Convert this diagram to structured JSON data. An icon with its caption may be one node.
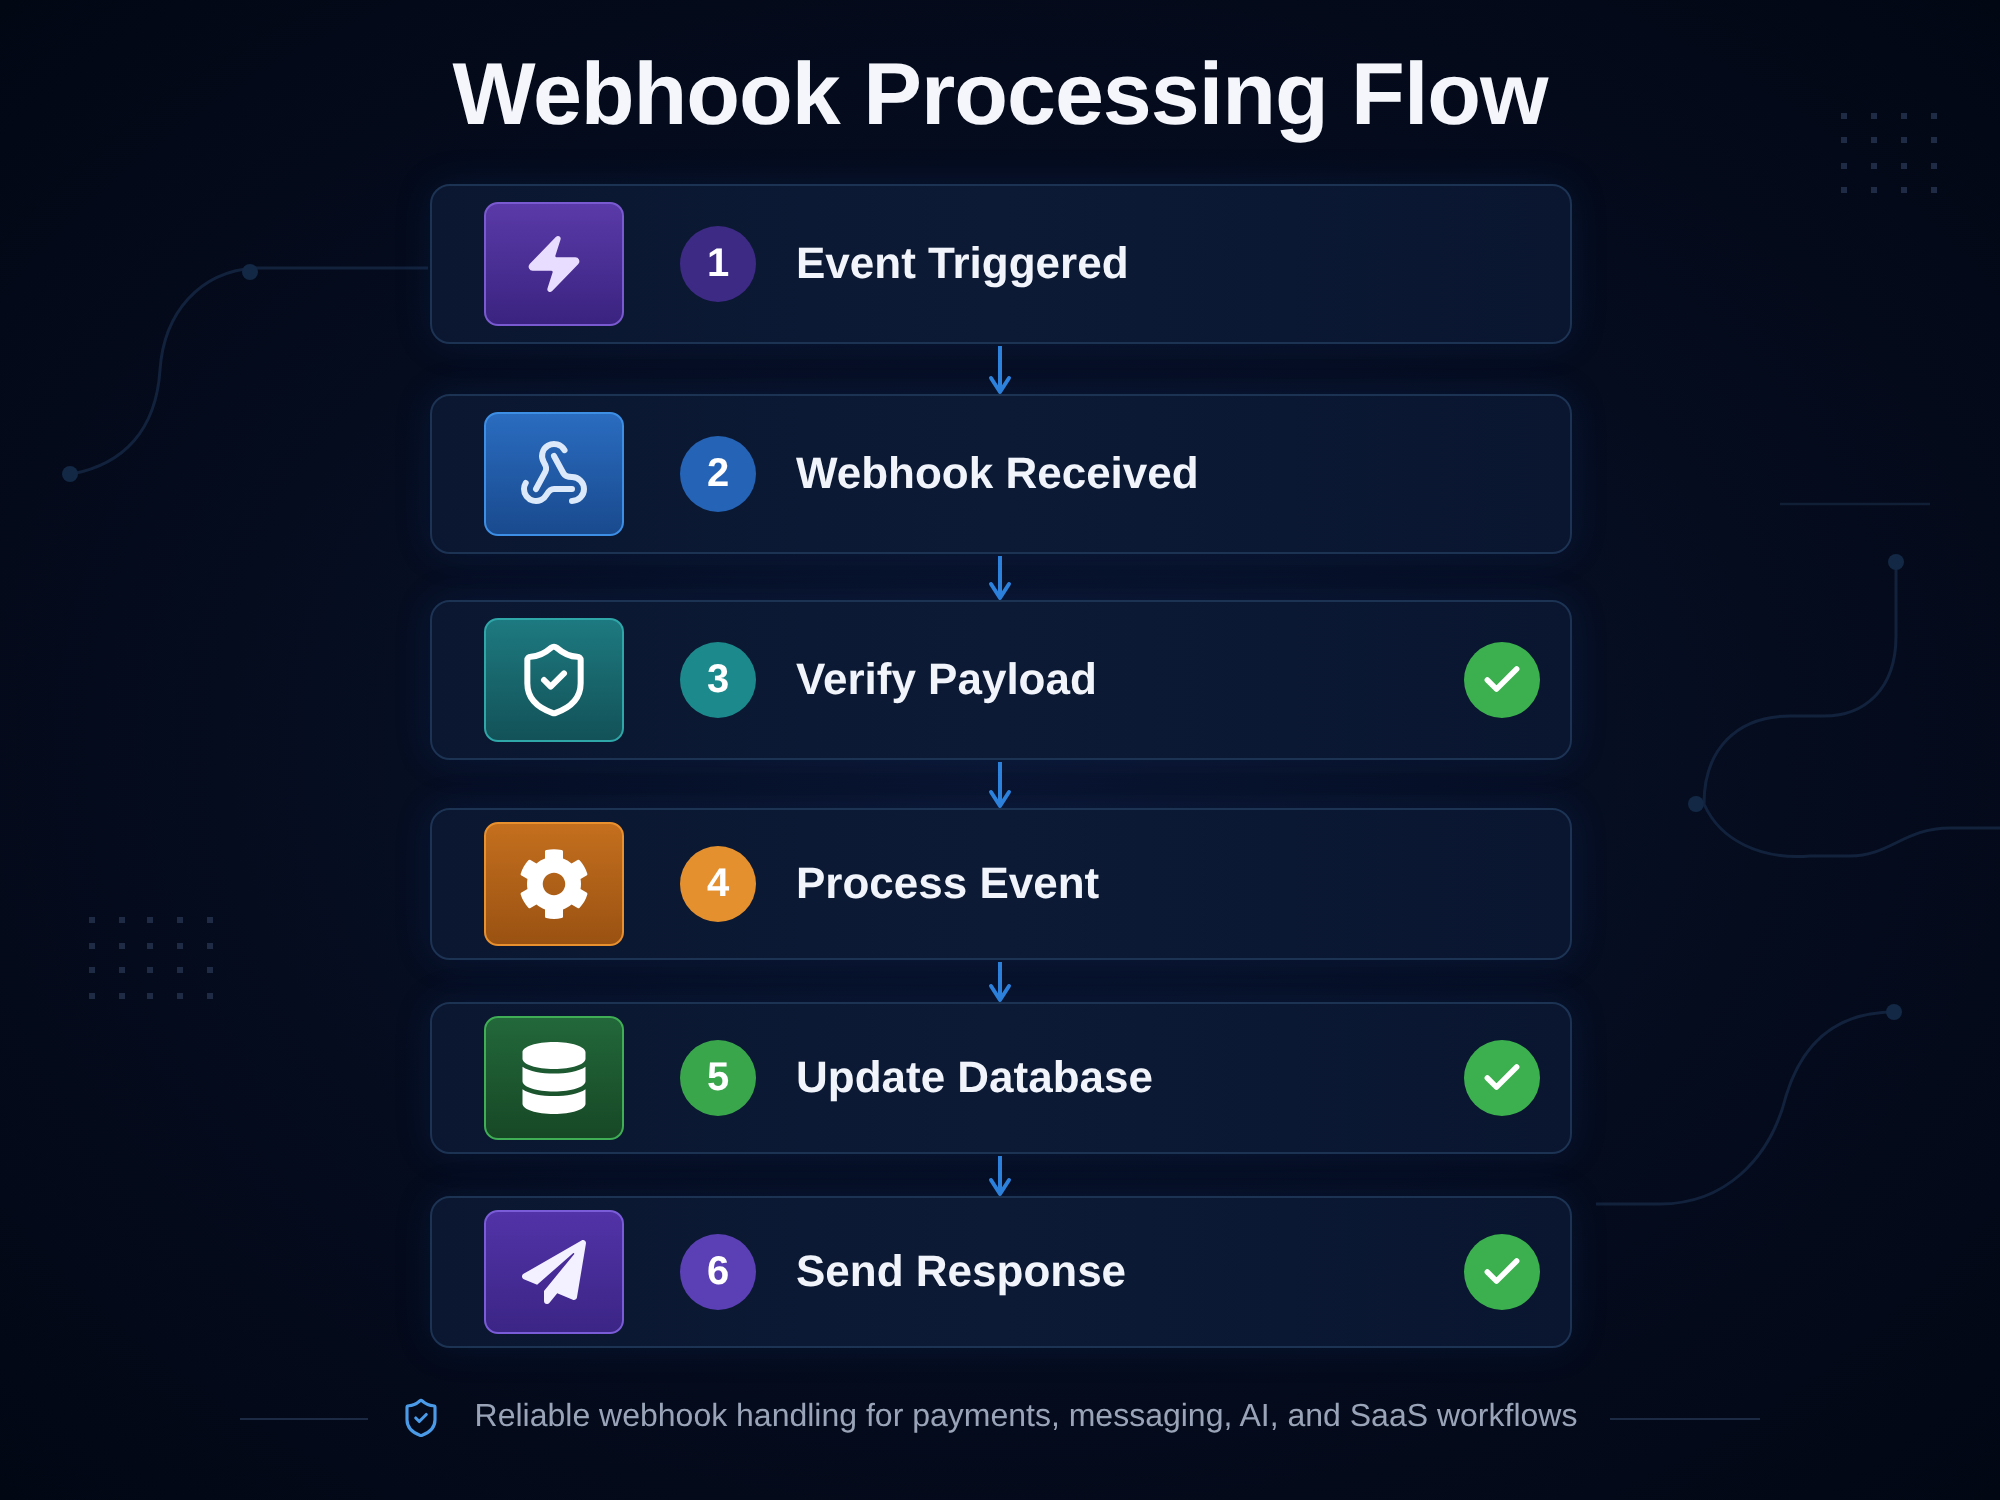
{
  "diagram": {
    "title": "Webhook Processing Flow",
    "nodes": [
      {
        "text": [
          "1",
          "Event Triggered"
        ]
      },
      {
        "text": [
          "2",
          "Webhook Received"
        ]
      },
      {
        "text": [
          "3",
          "Verify Payload"
        ]
      },
      {
        "text": [
          "4",
          "Process Event"
        ]
      },
      {
        "text": [
          "5",
          "Update Database"
        ]
      },
      {
        "text": [
          "6",
          "Send Response"
        ]
      }
    ],
    "edges": [
      {
        "from": 0,
        "to": 1,
        "arrow": "to"
      },
      {
        "from": 1,
        "to": 2,
        "arrow": "to"
      },
      {
        "from": 2,
        "to": 3,
        "arrow": "to"
      },
      {
        "from": 3,
        "to": 4,
        "arrow": "to"
      },
      {
        "from": 4,
        "to": 5,
        "arrow": "to"
      }
    ],
    "caption": "Reliable webhook handling for payments, messaging, AI, and SaaS workflows"
  }
}
